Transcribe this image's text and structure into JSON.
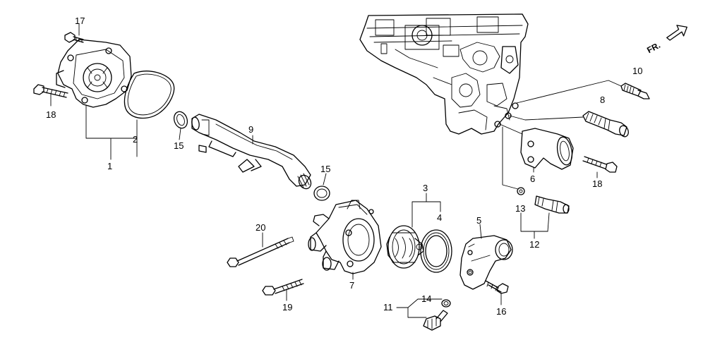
{
  "diagram": {
    "direction_indicator": "FR.",
    "callouts": {
      "c1": "1",
      "c2": "2",
      "c3": "3",
      "c4": "4",
      "c5": "5",
      "c6": "6",
      "c7": "7",
      "c8": "8",
      "c9": "9",
      "c10": "10",
      "c11": "11",
      "c12": "12",
      "c13": "13",
      "c14": "14",
      "c15a": "15",
      "c15b": "15",
      "c16": "16",
      "c17": "17",
      "c18a": "18",
      "c18b": "18",
      "c19": "19",
      "c20": "20"
    },
    "icons": {
      "front_arrow": "front-direction-arrow-icon"
    }
  }
}
